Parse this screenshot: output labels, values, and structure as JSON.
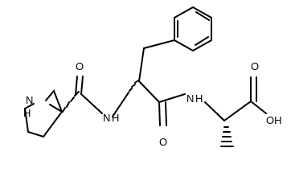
{
  "structure": {
    "labels": {
      "n_ring": "N",
      "h_ring": "H",
      "o_prolyl": "O",
      "n_amide1": "N",
      "h_amide1": "H",
      "o_phe": "O",
      "n_amide2": "N",
      "h_amide2": "H",
      "o_acid_carbonyl": "O",
      "oh_acid": "OH"
    },
    "stereo": "wedge-hashed at three alpha carbons"
  }
}
